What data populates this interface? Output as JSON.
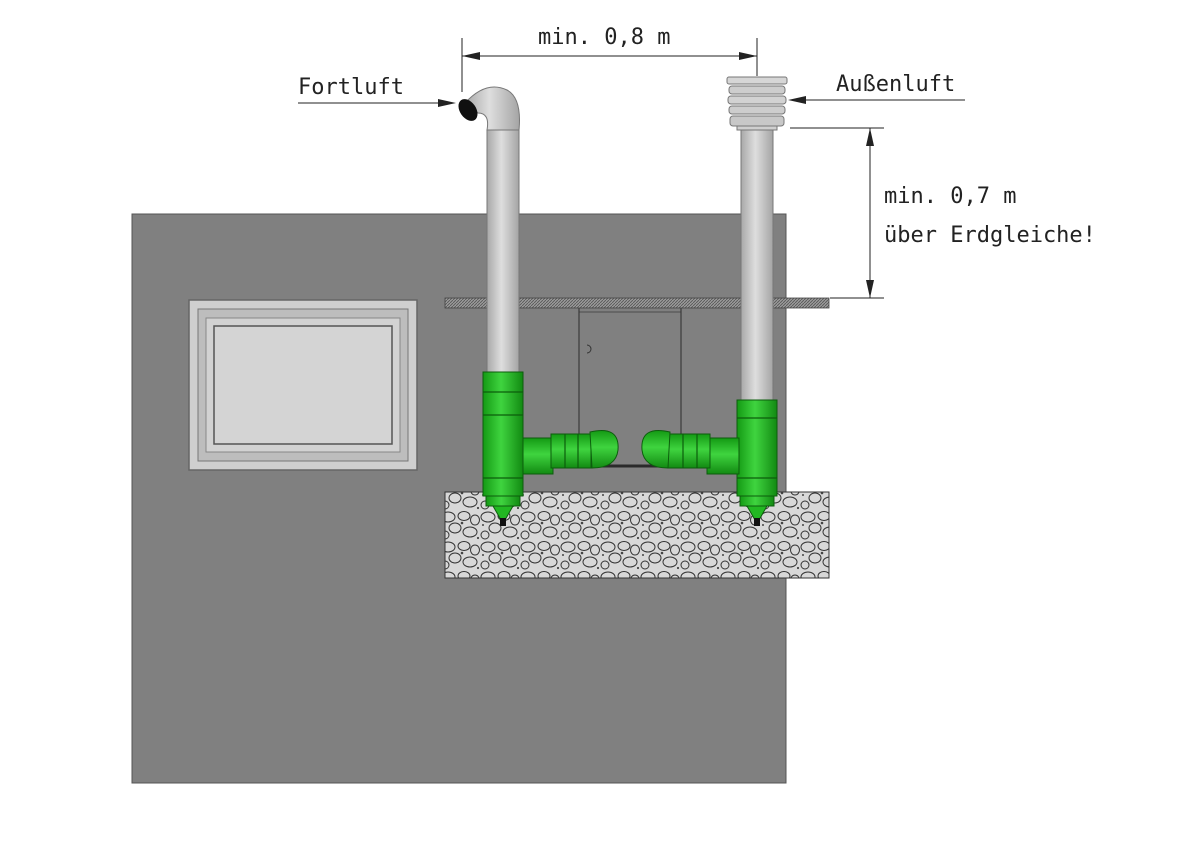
{
  "labels": {
    "exhaust": "Fortluft",
    "outside_air": "Außenluft",
    "spacing": "min. 0,8 m",
    "height_line1": "min. 0,7 m",
    "height_line2": "über Erdgleiche!"
  },
  "colors": {
    "wall": "#808080",
    "pipe_gray": "#c8c8c8",
    "pipe_green": "#22b822",
    "gravel": "#d9d9d9"
  }
}
